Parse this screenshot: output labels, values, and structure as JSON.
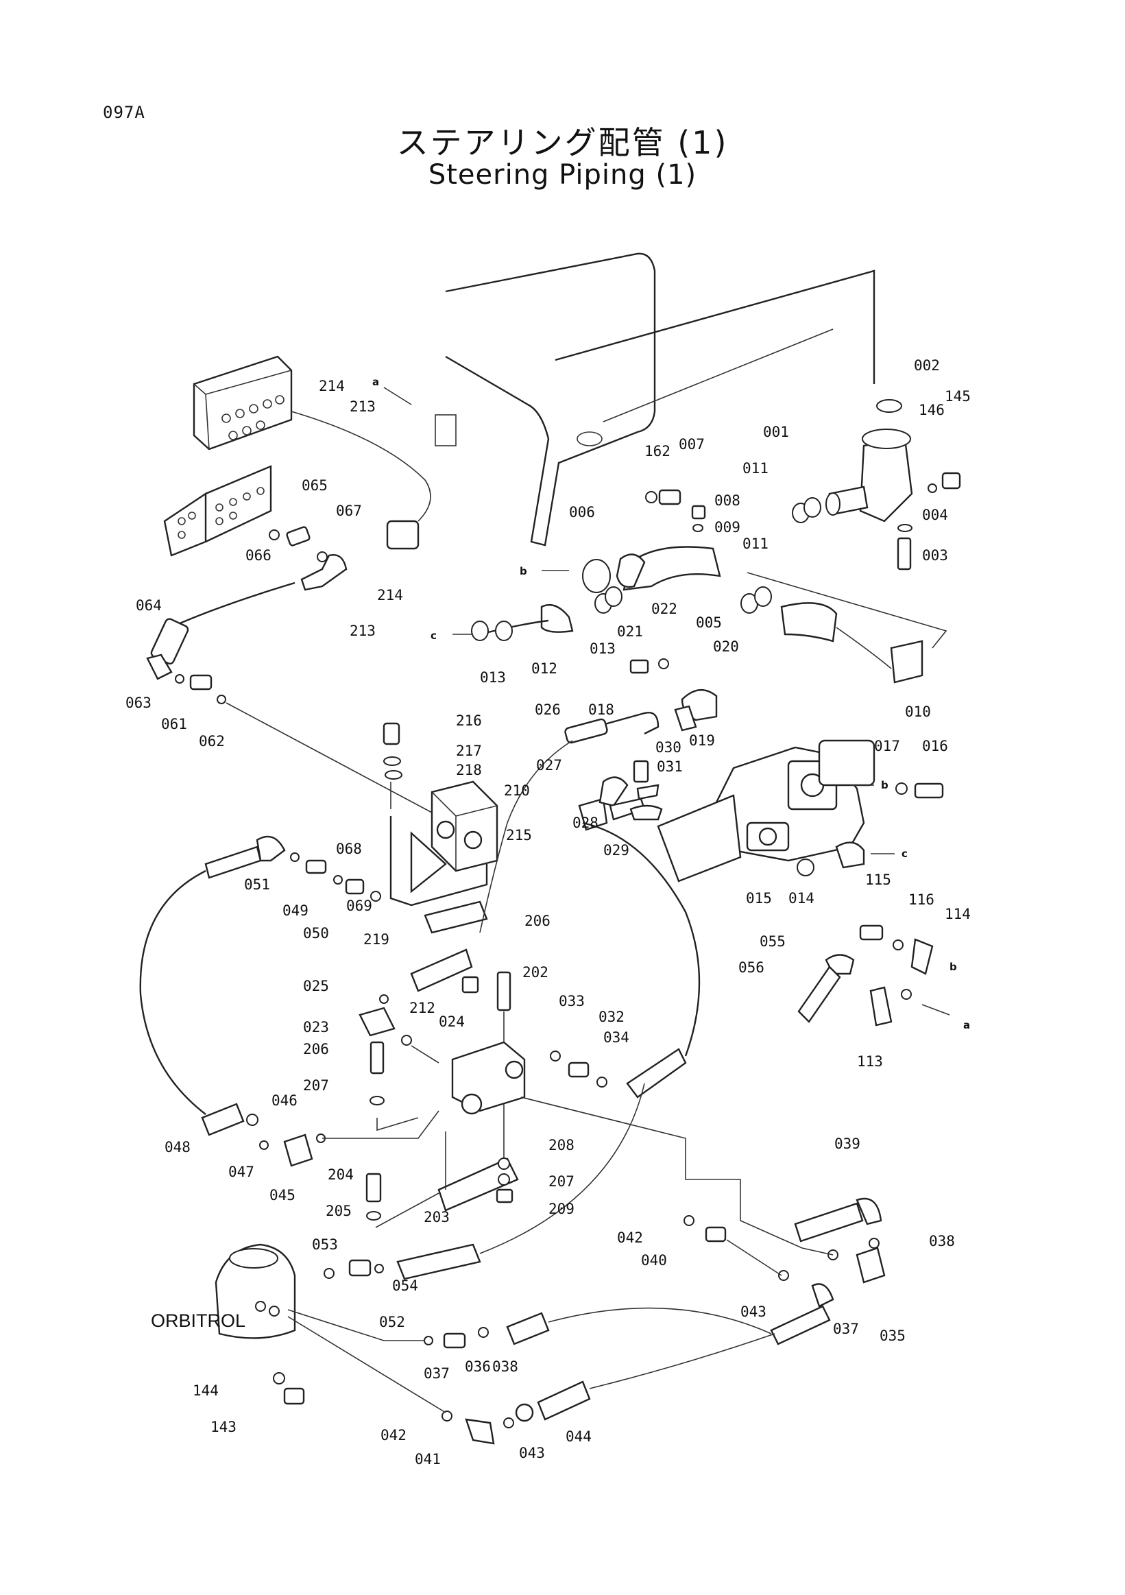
{
  "page_code": "097A",
  "title_jp": "ステアリング配管 (1)",
  "title_en": "Steering Piping (1)",
  "component_label": "ORBITROL",
  "refs": [
    "a",
    "b",
    "c",
    "b",
    "c",
    "b",
    "a"
  ],
  "part_numbers": [
    "002",
    "145",
    "146",
    "001",
    "162",
    "007",
    "011",
    "008",
    "009",
    "004",
    "006",
    "003",
    "011",
    "214",
    "213",
    "065",
    "067",
    "066",
    "214",
    "213",
    "064",
    "063",
    "061",
    "062",
    "021",
    "022",
    "020",
    "013",
    "005",
    "013",
    "012",
    "026",
    "018",
    "019",
    "030",
    "031",
    "027",
    "028",
    "029",
    "017",
    "016",
    "015",
    "014",
    "010",
    "216",
    "217",
    "218",
    "210",
    "215",
    "068",
    "069",
    "051",
    "049",
    "050",
    "219",
    "206",
    "202",
    "025",
    "023",
    "212",
    "024",
    "033",
    "032",
    "034",
    "206",
    "207",
    "046",
    "048",
    "047",
    "045",
    "115",
    "116",
    "114",
    "055",
    "056",
    "113",
    "208",
    "207",
    "209",
    "204",
    "205",
    "203",
    "039",
    "038",
    "042",
    "040",
    "053",
    "054",
    "052",
    "043",
    "037",
    "035",
    "037",
    "036",
    "038",
    "144",
    "143",
    "042",
    "041",
    "043",
    "044"
  ]
}
